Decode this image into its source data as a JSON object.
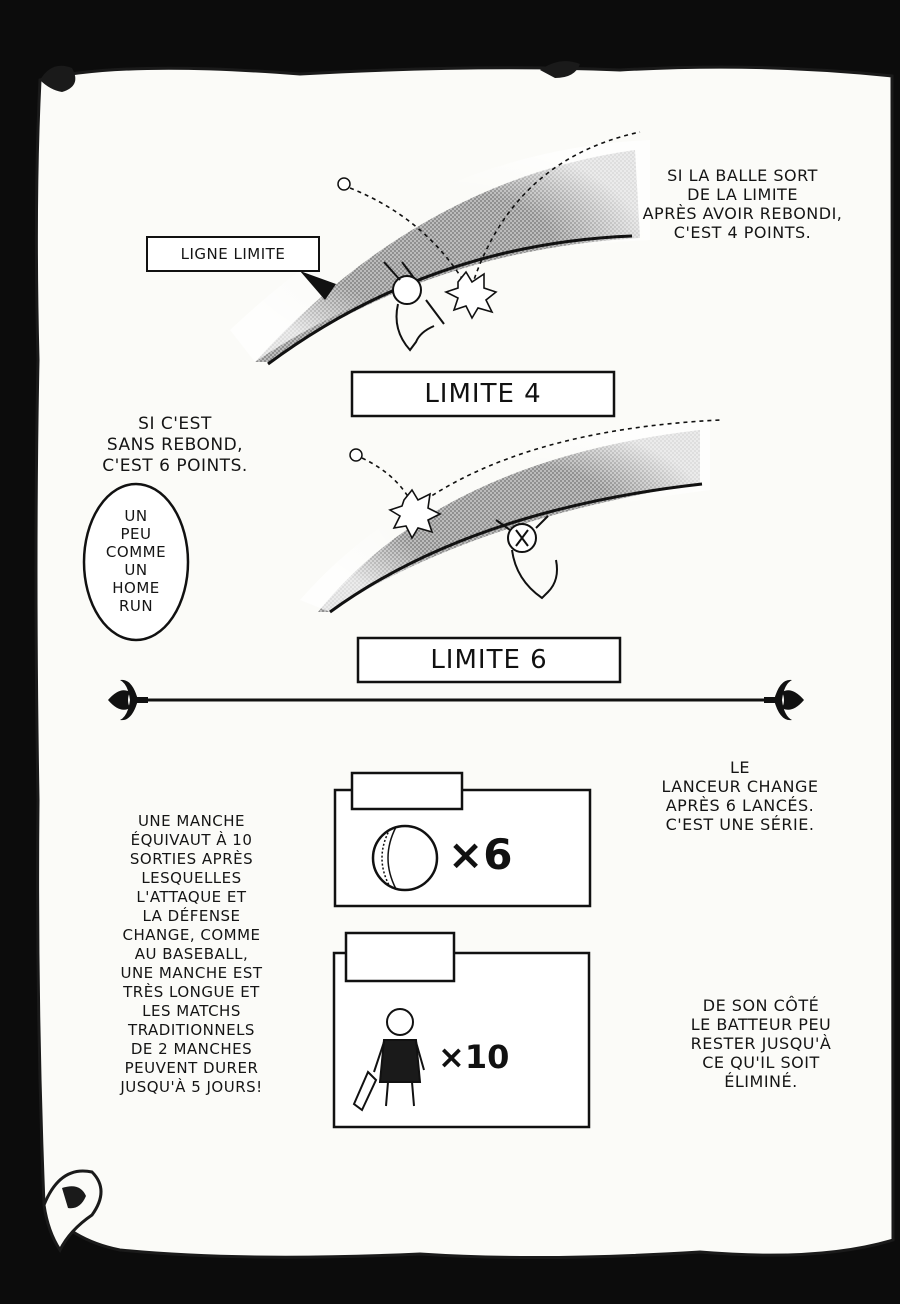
{
  "top_section": {
    "bounce_note": "SI LA BALLE SORT\nDE LA LIMITE\nAPRÈS AVOIR REBONDI,\nC'EST 4 POINTS.",
    "boundary_line_label": "LIGNE LIMITE",
    "box_label": "LIMITE 4"
  },
  "middle_section": {
    "no_bounce_note": "SI C'EST\nSANS REBOND,\nC'EST 6 POINTS.",
    "home_run_bubble": "UN\nPEU\nCOMME\nUN\nHOME\nRUN",
    "box_label": "LIMITE 6"
  },
  "bottom_section": {
    "innings_note": "UNE MANCHE\nÉQUIVAUT À 10\nSORTIES APRÈS\nLESQUELLES\nL'ATTAQUE ET\nLA DÉFENSE\nCHANGE, COMME\nAU BASEBALL,\nUNE MANCHE EST\nTRÈS LONGUE ET\nLES MATCHS\nTRADITIONNELS\nDE 2 MANCHES\nPEUVENT DURER\nJUSQU'À 5 JOURS!",
    "bowler_note": "LE\nLANCEUR CHANGE\nAPRÈS 6 LANCÉS.\nC'EST UNE SÉRIE.",
    "batter_note": "DE SON CÔTÉ\nLE BATTEUR PEU\nRESTER JUSQU'À\nCE QU'IL SOIT\nÉLIMINÉ.",
    "ball_multiplier": "×6",
    "batter_multiplier": "×10"
  }
}
